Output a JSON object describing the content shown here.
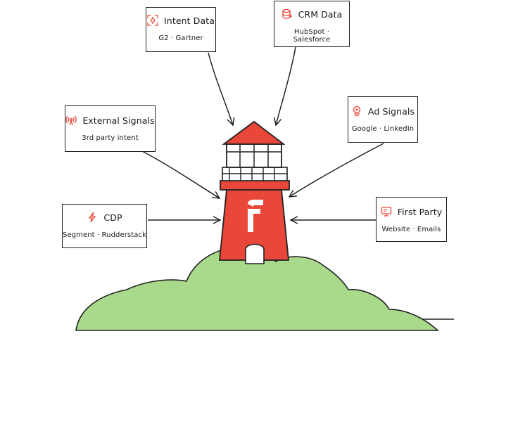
{
  "colors": {
    "accent": "#e9473a",
    "island": "#a9d98a",
    "outline": "#222222"
  },
  "nodes": [
    {
      "id": "intent",
      "title": "Intent Data",
      "subtitle": "G2 · Gartner",
      "icon": "target-icon"
    },
    {
      "id": "crm",
      "title": "CRM Data",
      "subtitle": "HubSpot · Salesforce",
      "icon": "database-icon"
    },
    {
      "id": "external",
      "title": "External Signals",
      "subtitle": "3rd party intent",
      "icon": "broadcast-icon"
    },
    {
      "id": "ad",
      "title": "Ad Signals",
      "subtitle": "Google · LinkedIn",
      "icon": "megaphone-icon"
    },
    {
      "id": "cdp",
      "title": "CDP",
      "subtitle": "Segment · Rudderstack",
      "icon": "bolt-icon"
    },
    {
      "id": "firstparty",
      "title": "First Party",
      "subtitle": "Website · Emails",
      "icon": "monitor-icon"
    }
  ]
}
